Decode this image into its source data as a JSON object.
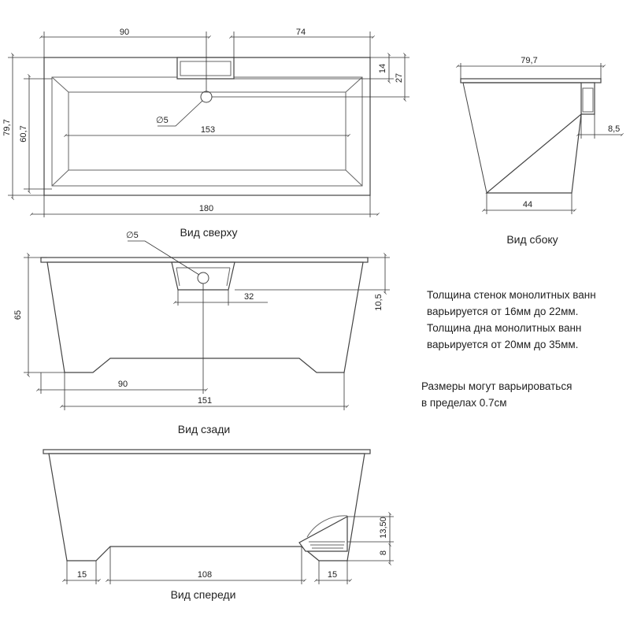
{
  "views": {
    "top": {
      "caption": "Вид сверху",
      "dims": {
        "left_len": "90",
        "right_len": "74",
        "drain_h": "14",
        "rim_depth": "27",
        "width_outer": "79,7",
        "width_inner": "60,7",
        "drain_diameter": "∅5",
        "inner_len": "153",
        "total_len": "180"
      }
    },
    "side": {
      "caption": "Вид сбоку",
      "dims": {
        "top_width": "79,7",
        "overflow_w": "8,5",
        "bottom_width": "44"
      }
    },
    "back": {
      "caption": "Вид сзади",
      "dims": {
        "drain_diameter": "∅5",
        "height": "65",
        "drain_offset": "10,5",
        "drain_width": "32",
        "drain_pos": "90",
        "bottom_len": "151"
      }
    },
    "front": {
      "caption": "Вид спереди",
      "dims": {
        "foot_left": "15",
        "base_len": "108",
        "foot_right": "15",
        "overflow_h": "13,50",
        "overflow_low": "8"
      }
    }
  },
  "notes": [
    "Толщина стенок монолитных ванн",
    "варьируется от 16мм до 22мм.",
    "Толщина дна монолитных ванн",
    "варьируется от 20мм до 35мм."
  ],
  "tolerance_note": [
    "Размеры могут варьироваться",
    "в пределах 0.7см"
  ]
}
